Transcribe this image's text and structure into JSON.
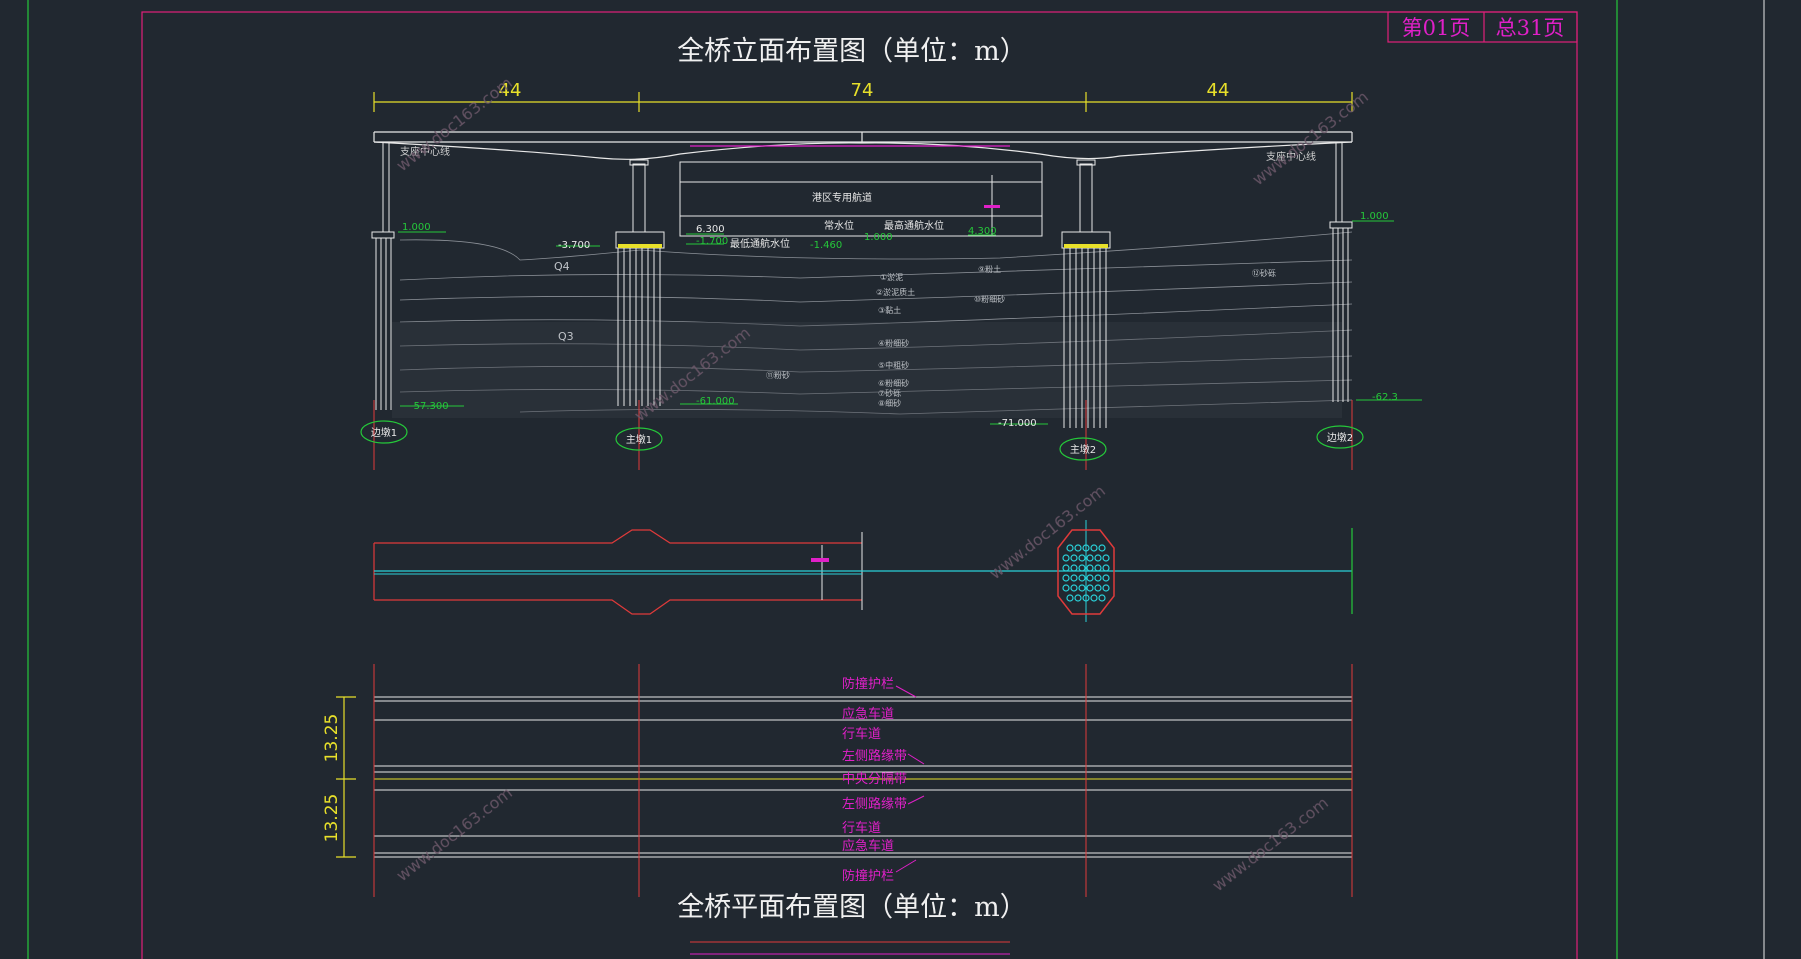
{
  "header": {
    "page_label": "第01页",
    "total_label": "总31页"
  },
  "elevation": {
    "title": "全桥立面布置图（单位：m）",
    "spans": [
      "44",
      "74",
      "44"
    ],
    "channel_label": "港区专用航道",
    "normal_water": "常水位",
    "max_nav_water": "最高通航水位",
    "min_nav_water": "最低通航水位",
    "elevations": {
      "abut1_top": "1.000",
      "abut2_top": "1.000",
      "pier1_cap": "-3.700",
      "e_6300": "6.300",
      "e_neg1700": "-1.700",
      "e_neg1460": "-1.460",
      "e_4300": "4.300",
      "e_1000b": "1.000",
      "abut1_bottom": "-57.300",
      "pier1_bottom": "-61.000",
      "pier2_bottom": "-71.000",
      "abut2_bottom": "-62.3"
    },
    "bearing_label_left": "支座中心线",
    "bearing_label_right": "支座中心线",
    "soil_labels": [
      "①淤泥",
      "②淤泥质土",
      "③黏土",
      "④粉细砂",
      "⑤中粗砂",
      "⑥粉细砂",
      "⑦砂砾",
      "⑧细砂",
      "⑨粉土",
      "⑩粉细砂",
      "⑪粉砂",
      "⑫砂砾"
    ],
    "strata": [
      "Q4",
      "Q3"
    ],
    "piers": [
      "边墩1",
      "主墩1",
      "主墩2",
      "边墩2"
    ]
  },
  "plan": {
    "title": "全桥平面布置图（单位：m）",
    "half_widths": [
      "13.25",
      "13.25"
    ],
    "lanes": [
      "防撞护栏",
      "应急车道",
      "行车道",
      "左侧路缘带",
      "中央分隔带",
      "左侧路缘带",
      "行车道",
      "应急车道",
      "防撞护栏"
    ]
  },
  "watermark": "www.doc163.com",
  "colors": {
    "background": "#212830",
    "frame": "#e0207a",
    "dimension": "#e8e02a",
    "annotation_green": "#25c83a",
    "lane_label": "#e020c8",
    "plan_outline": "#e03a3a",
    "axis_cyan": "#2ad0d8",
    "structure": "#e8e8e8"
  }
}
